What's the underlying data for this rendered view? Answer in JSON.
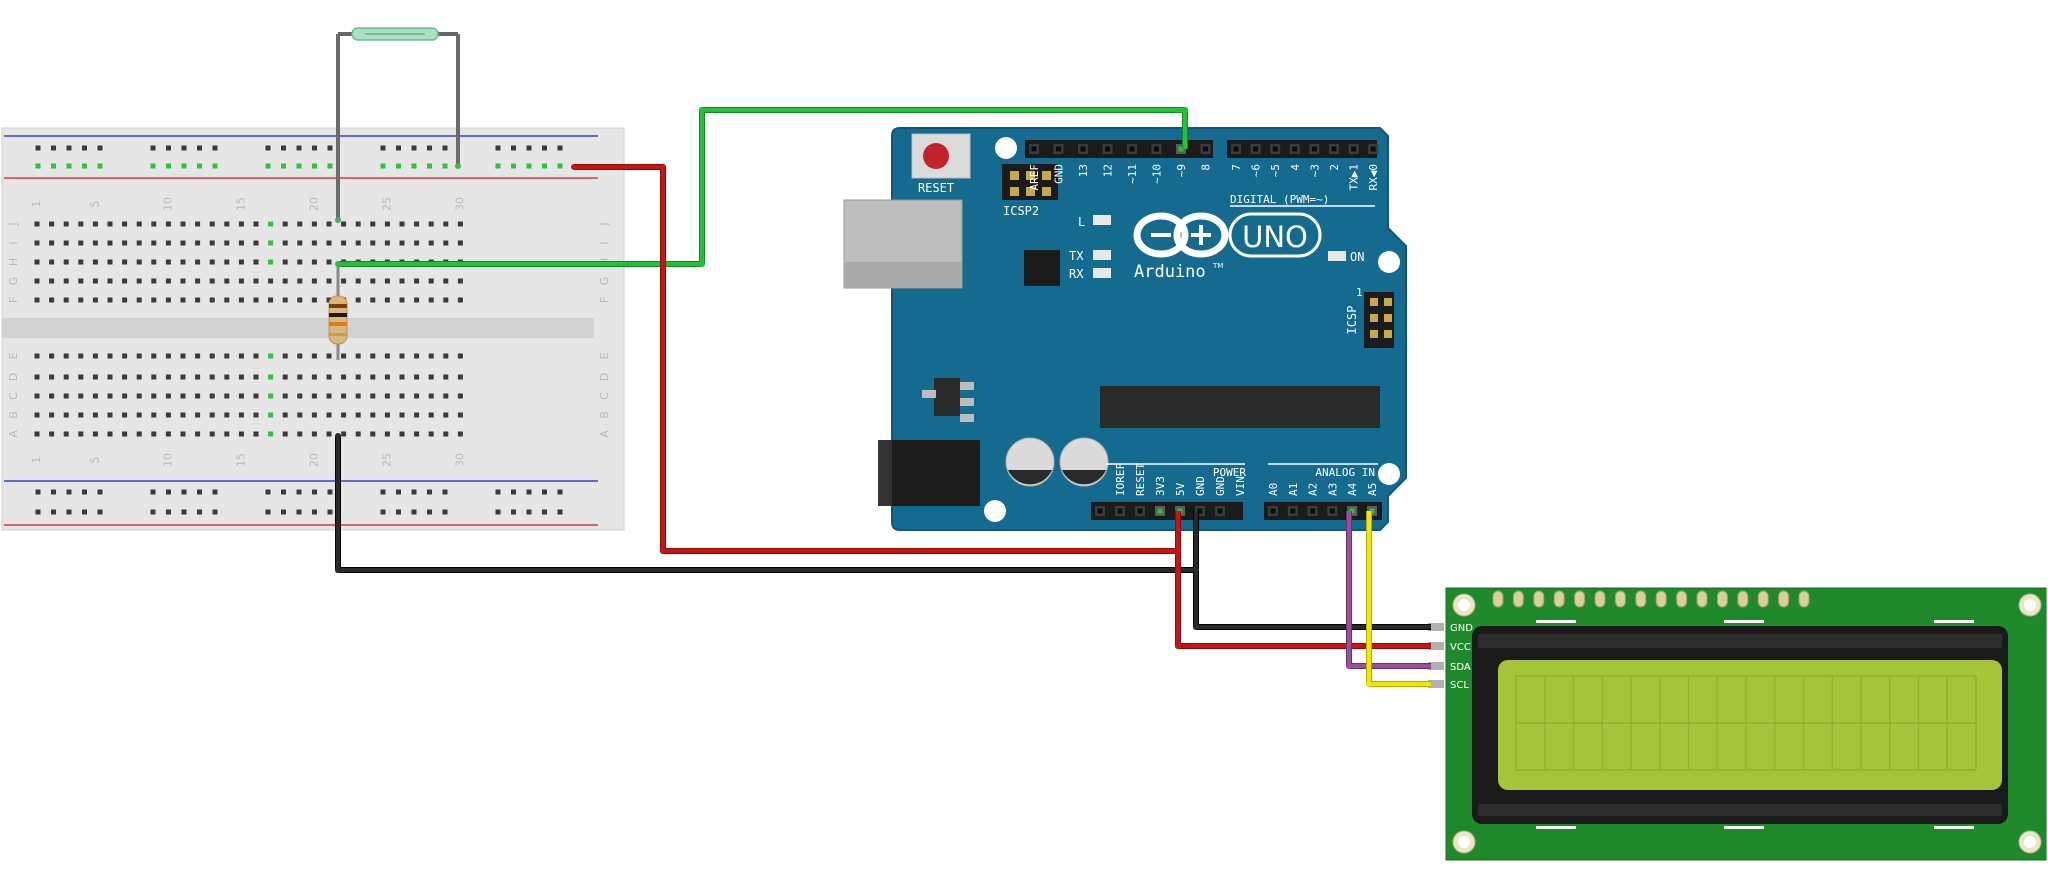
{
  "colors": {
    "arduino_body": "#146b8f",
    "breadboard": "#e6e6e6",
    "wire_red": "#c81414",
    "wire_black": "#1a1a1a",
    "wire_green": "#22c238",
    "wire_purple": "#9b4f9b",
    "wire_yellow": "#f4e600",
    "lcd_pcb": "#1f8a2c",
    "lcd_screen": "#a5c43a"
  },
  "arduino": {
    "reset_label": "RESET",
    "icsp2_label": "ICSP2",
    "icsp_label": "ICSP",
    "l_label": "L",
    "tx_label": "TX",
    "rx_label": "RX",
    "on_label": "ON",
    "brand": "Arduino",
    "tm": "TM",
    "model": "UNO",
    "digital_label": "DIGITAL (PWM=~)",
    "power_label": "POWER",
    "analog_label": "ANALOG IN",
    "digital_pins_left": [
      "AREF",
      "GND",
      "13",
      "12",
      "~11",
      "~10",
      "~9",
      "8"
    ],
    "digital_pins_right": [
      "7",
      "~6",
      "~5",
      "4",
      "~3",
      "2",
      "TX▶1",
      "RX◀0"
    ],
    "power_pins": [
      "IOREF",
      "RESET",
      "3V3",
      "5V",
      "GND",
      "GND",
      "VIN"
    ],
    "analog_pins": [
      "A0",
      "A1",
      "A2",
      "A3",
      "A4",
      "A5"
    ]
  },
  "breadboard": {
    "row_letters_top": [
      "J",
      "I",
      "H",
      "G",
      "F"
    ],
    "row_letters_bottom": [
      "E",
      "D",
      "C",
      "B",
      "A"
    ],
    "col_numbers": [
      "1",
      "5",
      "10",
      "15",
      "20",
      "25",
      "30"
    ]
  },
  "lcd": {
    "pins": [
      "GND",
      "VCC",
      "SDA",
      "SCL"
    ]
  }
}
